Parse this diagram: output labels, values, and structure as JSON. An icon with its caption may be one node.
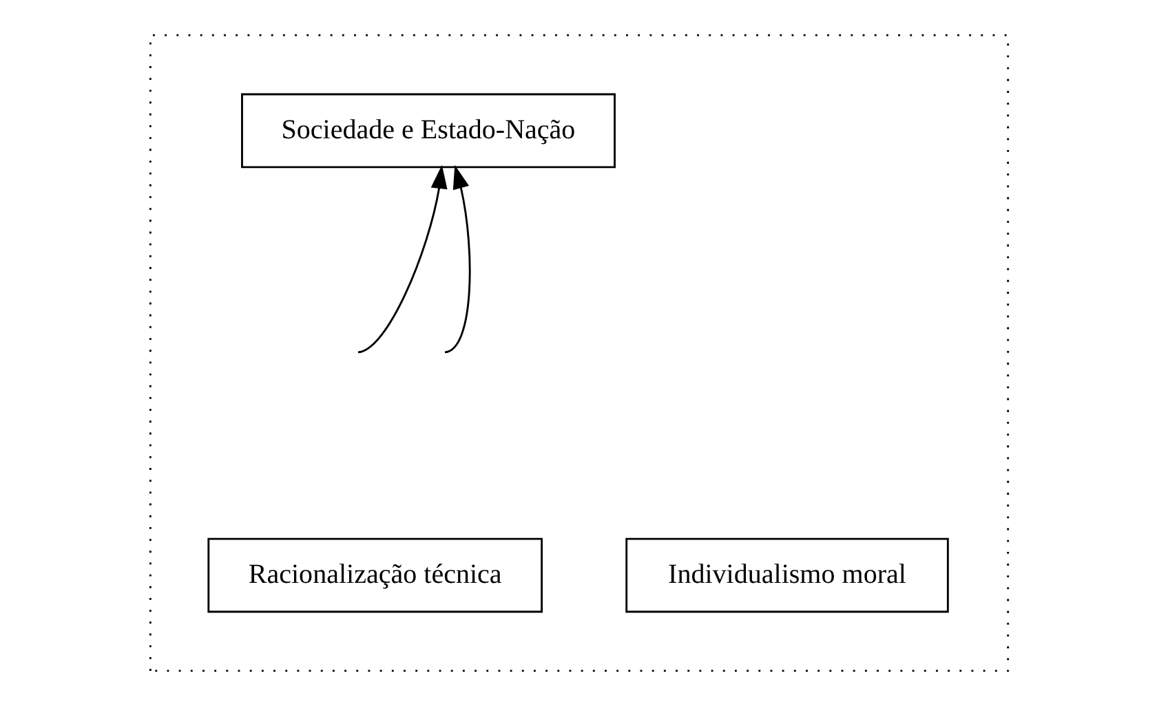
{
  "diagram": {
    "nodes": [
      {
        "text": [],
        "shape": "box"
      },
      {
        "text": [
          "Sociedade e Estado-Nação"
        ],
        "in": 0
      },
      {
        "text": [
          "Racionalização técnica"
        ],
        "in": 0
      },
      {
        "text": [
          "Individualismo moral"
        ],
        "in": 0
      }
    ],
    "edges": [
      {
        "from": null,
        "to": 1,
        "arrow": "to"
      },
      {
        "from": null,
        "to": 1,
        "arrow": "to"
      }
    ]
  }
}
